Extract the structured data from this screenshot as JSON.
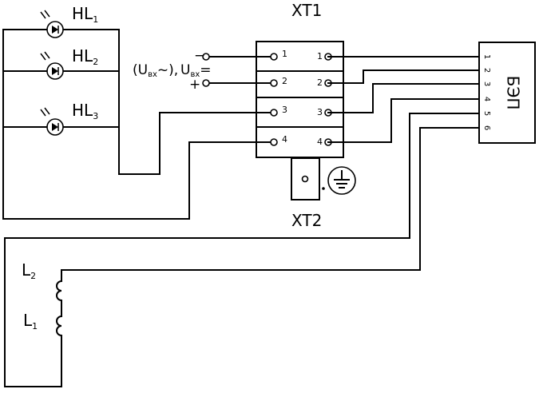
{
  "xt1": {
    "label": "XT1",
    "left_terms": [
      "1",
      "2",
      "3",
      "4"
    ],
    "right_terms": [
      "1",
      "2",
      "3",
      "4"
    ]
  },
  "xt2": {
    "label": "XT2"
  },
  "bez": {
    "label": "БЭП",
    "pins": [
      "1",
      "2",
      "3",
      "4",
      "5",
      "6"
    ]
  },
  "lamps": [
    {
      "name": "HL",
      "sub": "1"
    },
    {
      "name": "HL",
      "sub": "2"
    },
    {
      "name": "HL",
      "sub": "3"
    }
  ],
  "coils": [
    {
      "name": "L",
      "sub": "2"
    },
    {
      "name": "L",
      "sub": "1"
    }
  ],
  "input": {
    "ac_open": "(U",
    "ac_sub": "вх",
    "ac_close": "~),",
    "dc_main": "U",
    "dc_sub": "вх",
    "dc_eq": "=",
    "minus": "−",
    "plus": "+"
  },
  "icons": {
    "lamp": "indicator-lamp-icon",
    "ground": "ground-icon",
    "terminal": "terminal-circle-icon"
  }
}
